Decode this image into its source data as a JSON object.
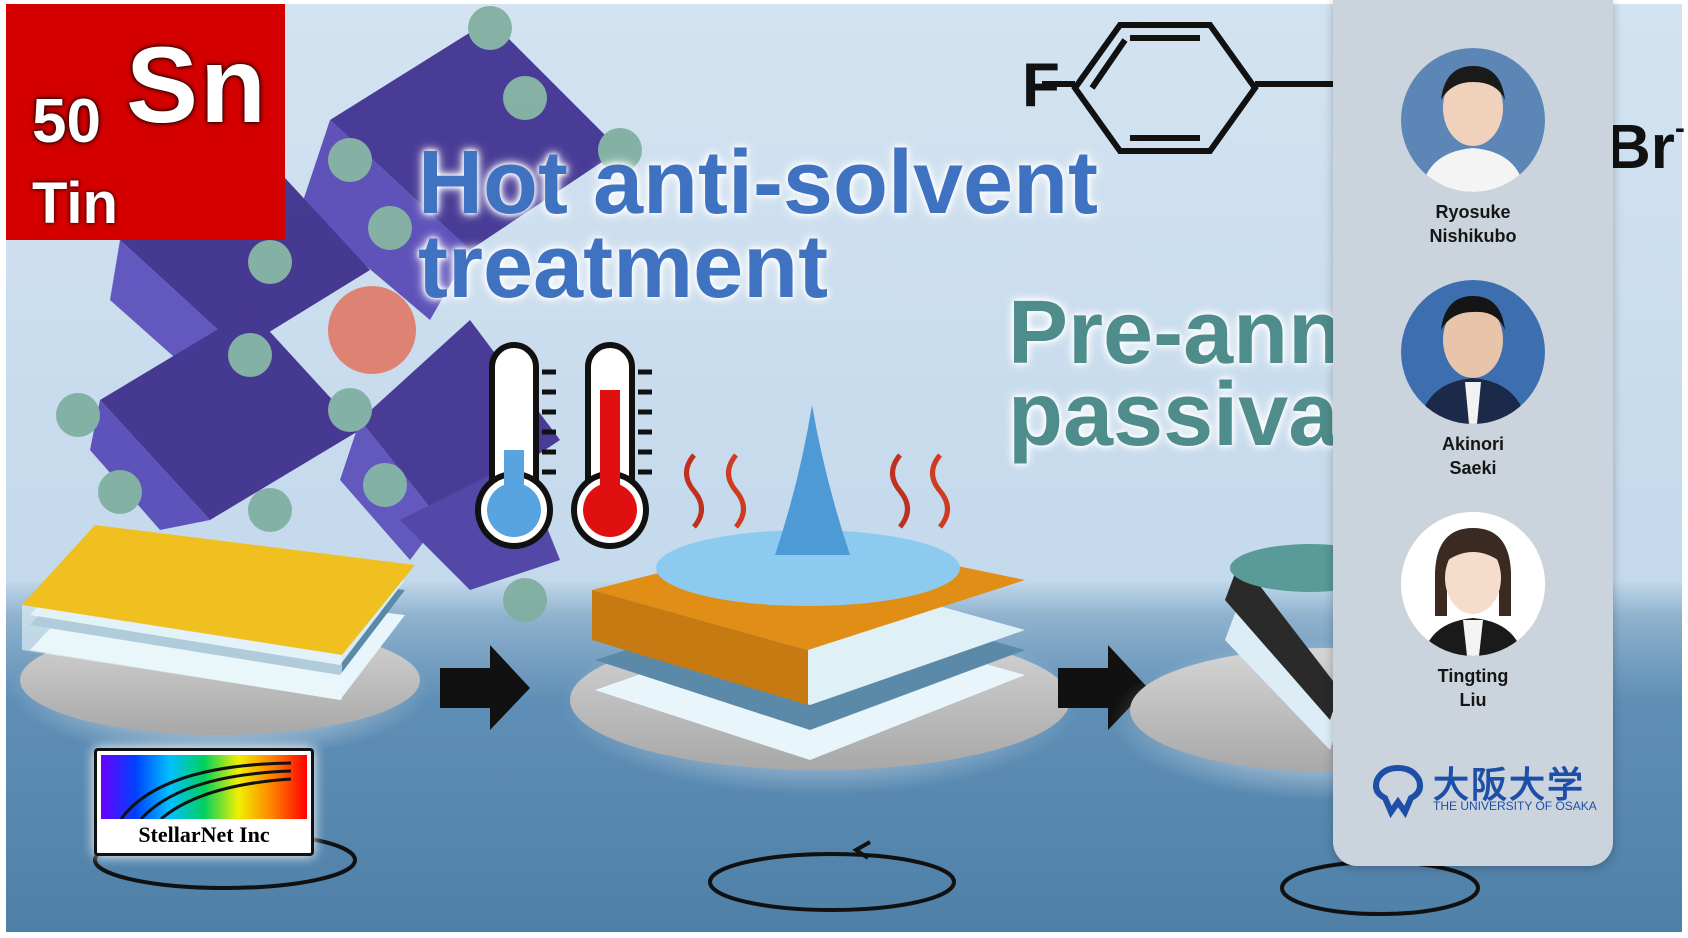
{
  "element": {
    "atomic_number": "50",
    "symbol": "Sn",
    "name": "Tin"
  },
  "headline": {
    "line1": "Hot anti-solvent",
    "line2": "treatment"
  },
  "secondary": {
    "line1": "Pre-ann",
    "line2": "passiva"
  },
  "molecule": {
    "fluorine": "F",
    "bromide": "Br",
    "bromide_charge": "-"
  },
  "sponsor": {
    "name": "StellarNet Inc"
  },
  "panel": {
    "people": [
      {
        "first": "Ryosuke",
        "last": "Nishikubo"
      },
      {
        "first": "Akinori",
        "last": "Saeki"
      },
      {
        "first": "Tingting",
        "last": "Liu"
      }
    ],
    "university_jp": "大阪大学",
    "university_en": "THE UNIVERSITY OF OSAKA"
  },
  "colors": {
    "tin_red": "#d40000",
    "headline_blue": "#3f72c0",
    "secondary_teal": "#4f8d8c",
    "university_blue": "#1d4fa8"
  }
}
